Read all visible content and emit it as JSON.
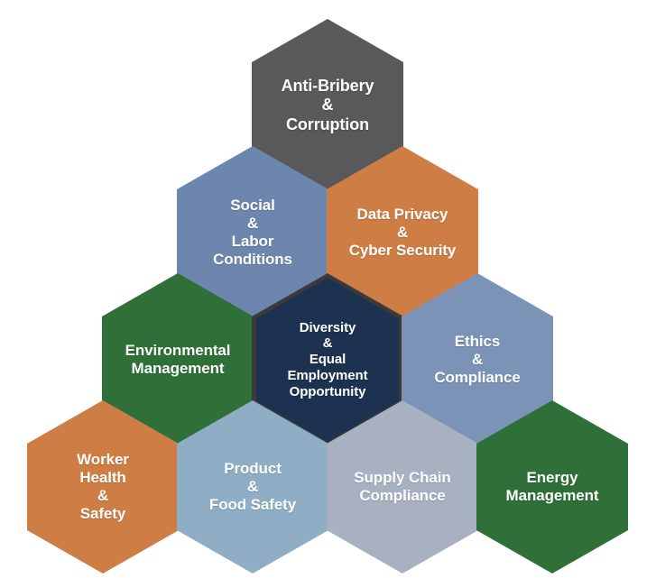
{
  "diagram": {
    "type": "hexagon-pyramid",
    "title": "",
    "background_color": "#FFFFFF",
    "rows": 4,
    "total_cells": 10,
    "text_color": "#FFFFFF",
    "palette": {
      "dark_gray": "#58595B",
      "steel_blue": "#6D86AD",
      "terracotta": "#CE7D45",
      "forest_green": "#2E7038",
      "navy": "#1C3250",
      "navy_outline": "#3A3A3A",
      "light_blue": "#8FAEC6",
      "pale_blue_gray": "#A7B1C2"
    },
    "cells": [
      {
        "id": "anti-bribery-corruption",
        "label": "Anti-Bribery\n&\nCorruption",
        "color": "#58595B",
        "row": 1,
        "col": 1,
        "font_size": 18
      },
      {
        "id": "social-labor-conditions",
        "label": "Social\n&\nLabor\nConditions",
        "color": "#6D86AD",
        "row": 2,
        "col": 1,
        "font_size": 17
      },
      {
        "id": "data-privacy-cyber-security",
        "label": "Data Privacy\n&\nCyber Security",
        "color": "#CE7D45",
        "row": 2,
        "col": 2,
        "font_size": 17
      },
      {
        "id": "environmental-management",
        "label": "Environmental\nManagement",
        "color": "#2E7038",
        "row": 3,
        "col": 1,
        "font_size": 17
      },
      {
        "id": "diversity-equal-employment-opportunity",
        "label": "Diversity\n&\nEqual\nEmployment\nOpportunity",
        "color": "#1C3250",
        "outline_color": "#3A3A3A",
        "row": 3,
        "col": 2,
        "font_size": 15
      },
      {
        "id": "ethics-compliance",
        "label": "Ethics\n&\nCompliance",
        "color": "#7B93B6",
        "row": 3,
        "col": 3,
        "font_size": 17
      },
      {
        "id": "worker-health-safety",
        "label": "Worker\nHealth\n&\nSafety",
        "color": "#CE7D45",
        "row": 4,
        "col": 1,
        "font_size": 17
      },
      {
        "id": "product-food-safety",
        "label": "Product\n&\nFood Safety",
        "color": "#8FAEC6",
        "row": 4,
        "col": 2,
        "font_size": 17
      },
      {
        "id": "supply-chain-compliance",
        "label": "Supply Chain\nCompliance",
        "color": "#A7B1C2",
        "row": 4,
        "col": 3,
        "font_size": 17
      },
      {
        "id": "energy-management",
        "label": "Energy\nManagement",
        "color": "#2E7038",
        "row": 4,
        "col": 4,
        "font_size": 17
      }
    ]
  }
}
